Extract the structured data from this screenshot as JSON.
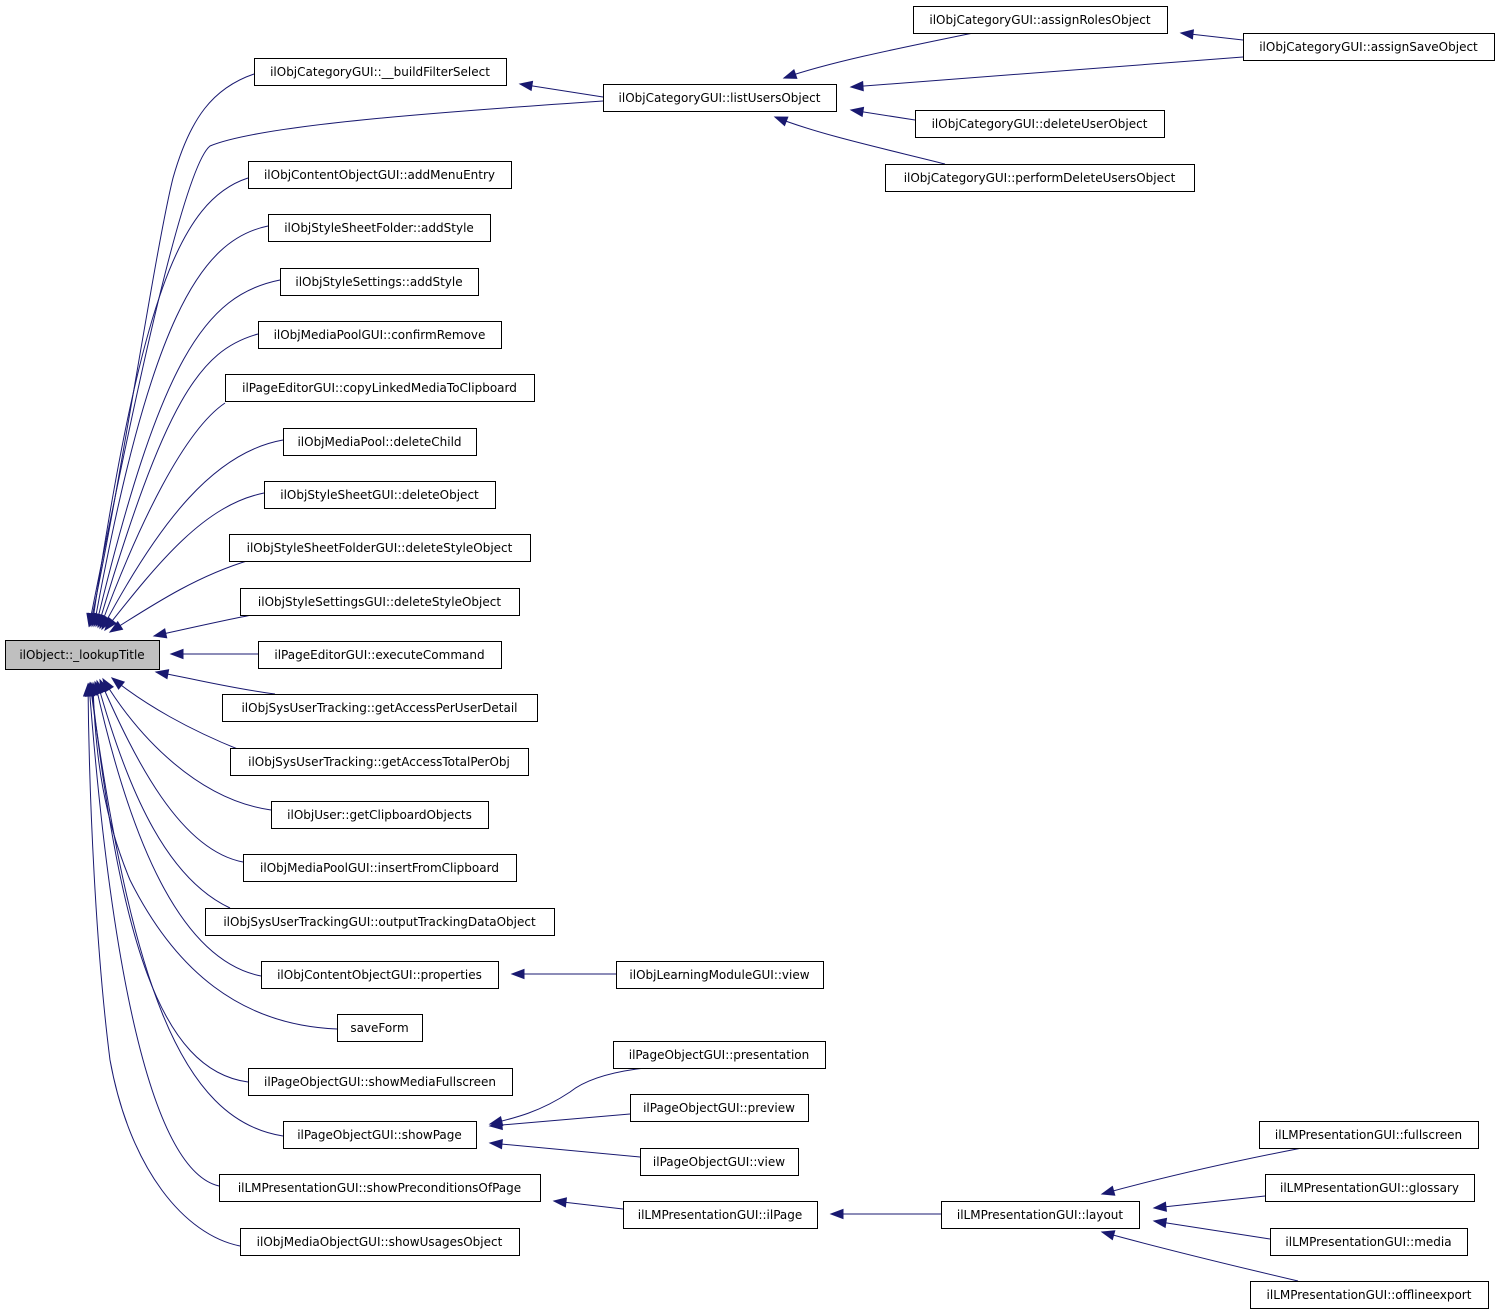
{
  "nodes": [
    {
      "id": "root",
      "label": "ilObject::_lookupTitle",
      "root": true
    },
    {
      "id": "buildFilterSelect",
      "label": "ilObjCategoryGUI::__buildFilterSelect"
    },
    {
      "id": "listUsersObject",
      "label": "ilObjCategoryGUI::listUsersObject"
    },
    {
      "id": "assignRolesObject",
      "label": "ilObjCategoryGUI::assignRolesObject"
    },
    {
      "id": "assignSaveObject",
      "label": "ilObjCategoryGUI::assignSaveObject"
    },
    {
      "id": "deleteUserObject",
      "label": "ilObjCategoryGUI::deleteUserObject"
    },
    {
      "id": "performDeleteUsersObject",
      "label": "ilObjCategoryGUI::performDeleteUsersObject"
    },
    {
      "id": "addMenuEntry",
      "label": "ilObjContentObjectGUI::addMenuEntry"
    },
    {
      "id": "sheetFolderAddStyle",
      "label": "ilObjStyleSheetFolder::addStyle"
    },
    {
      "id": "styleSettingsAddStyle",
      "label": "ilObjStyleSettings::addStyle"
    },
    {
      "id": "confirmRemove",
      "label": "ilObjMediaPoolGUI::confirmRemove"
    },
    {
      "id": "copyLinkedMedia",
      "label": "ilPageEditorGUI::copyLinkedMediaToClipboard"
    },
    {
      "id": "deleteChild",
      "label": "ilObjMediaPool::deleteChild"
    },
    {
      "id": "sheetDeleteObject",
      "label": "ilObjStyleSheetGUI::deleteObject"
    },
    {
      "id": "folderDeleteStyleObject",
      "label": "ilObjStyleSheetFolderGUI::deleteStyleObject"
    },
    {
      "id": "settingsDeleteStyleObject",
      "label": "ilObjStyleSettingsGUI::deleteStyleObject"
    },
    {
      "id": "executeCommand",
      "label": "ilPageEditorGUI::executeCommand"
    },
    {
      "id": "accessPerUserDetail",
      "label": "ilObjSysUserTracking::getAccessPerUserDetail"
    },
    {
      "id": "accessTotalPerObj",
      "label": "ilObjSysUserTracking::getAccessTotalPerObj"
    },
    {
      "id": "clipboardObjects",
      "label": "ilObjUser::getClipboardObjects"
    },
    {
      "id": "insertFromClipboard",
      "label": "ilObjMediaPoolGUI::insertFromClipboard"
    },
    {
      "id": "outputTracking",
      "label": "ilObjSysUserTrackingGUI::outputTrackingDataObject"
    },
    {
      "id": "properties",
      "label": "ilObjContentObjectGUI::properties"
    },
    {
      "id": "lmView",
      "label": "ilObjLearningModuleGUI::view"
    },
    {
      "id": "saveForm",
      "label": "saveForm"
    },
    {
      "id": "showMediaFullscreen",
      "label": "ilPageObjectGUI::showMediaFullscreen"
    },
    {
      "id": "showPage",
      "label": "ilPageObjectGUI::showPage"
    },
    {
      "id": "presentation",
      "label": "ilPageObjectGUI::presentation"
    },
    {
      "id": "preview",
      "label": "ilPageObjectGUI::preview"
    },
    {
      "id": "pageView",
      "label": "ilPageObjectGUI::view"
    },
    {
      "id": "showPreconditions",
      "label": "ilLMPresentationGUI::showPreconditionsOfPage"
    },
    {
      "id": "ilPage",
      "label": "ilLMPresentationGUI::ilPage"
    },
    {
      "id": "layout",
      "label": "ilLMPresentationGUI::layout"
    },
    {
      "id": "fullscreen",
      "label": "ilLMPresentationGUI::fullscreen"
    },
    {
      "id": "glossary",
      "label": "ilLMPresentationGUI::glossary"
    },
    {
      "id": "media",
      "label": "ilLMPresentationGUI::media"
    },
    {
      "id": "offlineexport",
      "label": "ilLMPresentationGUI::offlineexport"
    },
    {
      "id": "showUsagesObject",
      "label": "ilObjMediaObjectGUI::showUsagesObject"
    }
  ],
  "edges": [
    {
      "from": "buildFilterSelect",
      "to": "root"
    },
    {
      "from": "listUsersObject",
      "to": "root"
    },
    {
      "from": "addMenuEntry",
      "to": "root"
    },
    {
      "from": "sheetFolderAddStyle",
      "to": "root"
    },
    {
      "from": "styleSettingsAddStyle",
      "to": "root"
    },
    {
      "from": "confirmRemove",
      "to": "root"
    },
    {
      "from": "copyLinkedMedia",
      "to": "root"
    },
    {
      "from": "deleteChild",
      "to": "root"
    },
    {
      "from": "sheetDeleteObject",
      "to": "root"
    },
    {
      "from": "folderDeleteStyleObject",
      "to": "root"
    },
    {
      "from": "settingsDeleteStyleObject",
      "to": "root"
    },
    {
      "from": "executeCommand",
      "to": "root"
    },
    {
      "from": "accessPerUserDetail",
      "to": "root"
    },
    {
      "from": "accessTotalPerObj",
      "to": "root"
    },
    {
      "from": "clipboardObjects",
      "to": "root"
    },
    {
      "from": "insertFromClipboard",
      "to": "root"
    },
    {
      "from": "outputTracking",
      "to": "root"
    },
    {
      "from": "properties",
      "to": "root"
    },
    {
      "from": "saveForm",
      "to": "root"
    },
    {
      "from": "showMediaFullscreen",
      "to": "root"
    },
    {
      "from": "showPage",
      "to": "root"
    },
    {
      "from": "showPreconditions",
      "to": "root"
    },
    {
      "from": "showUsagesObject",
      "to": "root"
    },
    {
      "from": "listUsersObject",
      "to": "buildFilterSelect"
    },
    {
      "from": "assignRolesObject",
      "to": "listUsersObject"
    },
    {
      "from": "assignSaveObject",
      "to": "listUsersObject"
    },
    {
      "from": "deleteUserObject",
      "to": "listUsersObject"
    },
    {
      "from": "performDeleteUsersObject",
      "to": "listUsersObject"
    },
    {
      "from": "assignSaveObject",
      "to": "assignRolesObject"
    },
    {
      "from": "lmView",
      "to": "properties"
    },
    {
      "from": "presentation",
      "to": "showPage"
    },
    {
      "from": "preview",
      "to": "showPage"
    },
    {
      "from": "pageView",
      "to": "showPage"
    },
    {
      "from": "ilPage",
      "to": "showPreconditions"
    },
    {
      "from": "layout",
      "to": "ilPage"
    },
    {
      "from": "fullscreen",
      "to": "layout"
    },
    {
      "from": "glossary",
      "to": "layout"
    },
    {
      "from": "media",
      "to": "layout"
    },
    {
      "from": "offlineexport",
      "to": "layout"
    }
  ]
}
